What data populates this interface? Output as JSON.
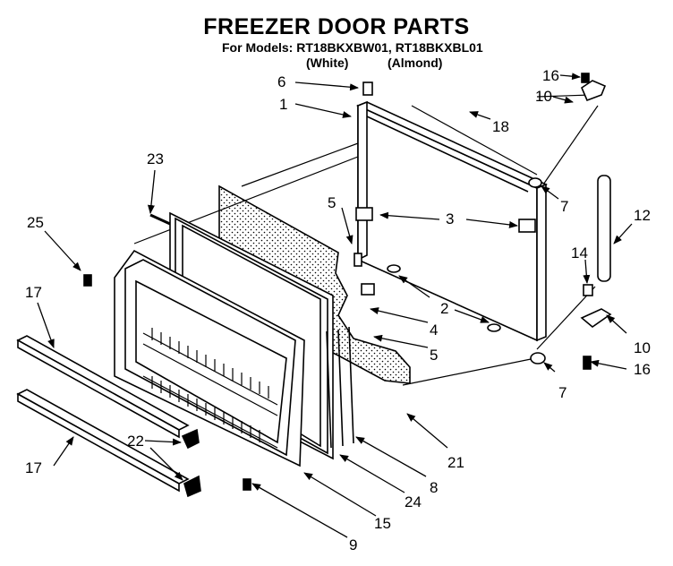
{
  "header": {
    "title": "FREEZER DOOR PARTS",
    "models_line": "For Models: RT18BKXBW01, RT18BKXBL01",
    "variant_white": "(White)",
    "variant_almond": "(Almond)"
  },
  "callouts": [
    {
      "id": "c6",
      "text": "6"
    },
    {
      "id": "c1",
      "text": "1"
    },
    {
      "id": "c18",
      "text": "18"
    },
    {
      "id": "c16a",
      "text": "16"
    },
    {
      "id": "c10a",
      "text": "10"
    },
    {
      "id": "c23",
      "text": "23"
    },
    {
      "id": "c5a",
      "text": "5"
    },
    {
      "id": "c3",
      "text": "3"
    },
    {
      "id": "c7a",
      "text": "7"
    },
    {
      "id": "c12",
      "text": "12"
    },
    {
      "id": "c25",
      "text": "25"
    },
    {
      "id": "c14",
      "text": "14"
    },
    {
      "id": "c17a",
      "text": "17"
    },
    {
      "id": "c2",
      "text": "2"
    },
    {
      "id": "c4",
      "text": "4"
    },
    {
      "id": "c5b",
      "text": "5"
    },
    {
      "id": "c10b",
      "text": "10"
    },
    {
      "id": "c16b",
      "text": "16"
    },
    {
      "id": "c7b",
      "text": "7"
    },
    {
      "id": "c21",
      "text": "21"
    },
    {
      "id": "c22",
      "text": "22"
    },
    {
      "id": "c17b",
      "text": "17"
    },
    {
      "id": "c8",
      "text": "8"
    },
    {
      "id": "c24",
      "text": "24"
    },
    {
      "id": "c15",
      "text": "15"
    },
    {
      "id": "c9",
      "text": "9"
    }
  ]
}
